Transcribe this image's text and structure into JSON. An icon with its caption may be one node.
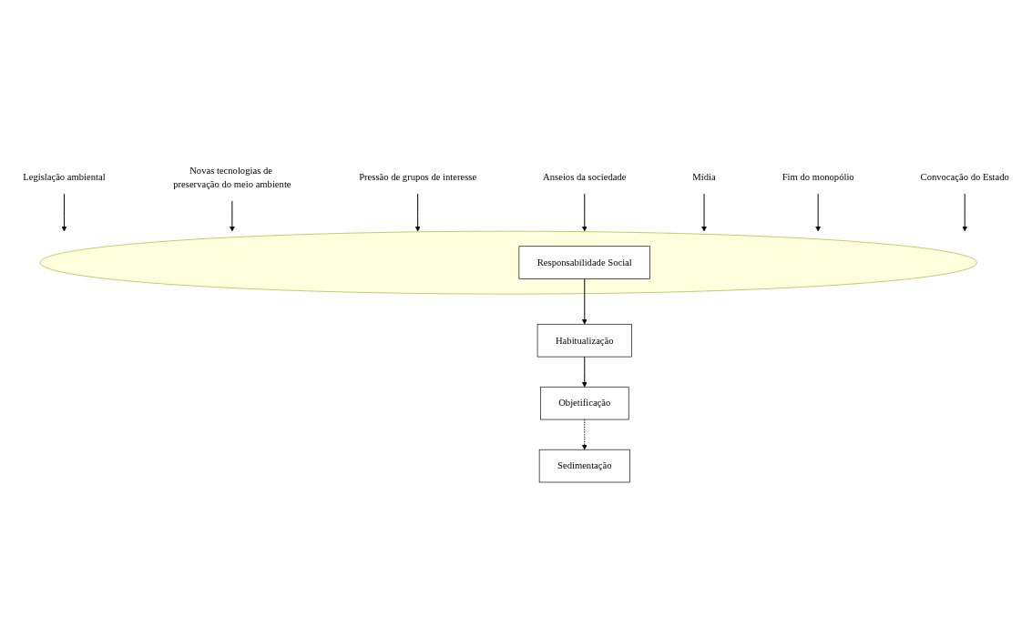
{
  "diagram": {
    "nodes": [
      {
        "text": [
          "Pressão de grupos de interesse"
        ]
      },
      {
        "text": [
          "Anseios da sociedade"
        ]
      },
      {
        "text": [
          "Novas tecnologias de preservação do meio ambiente"
        ]
      },
      {
        "text": [
          "Mídia"
        ]
      },
      {
        "text": [
          "Legislação ambiental"
        ]
      },
      {
        "text": [
          "Fim do monopólio"
        ]
      },
      {
        "text": [
          "Convocação do Estado"
        ]
      },
      {
        "text": [],
        "shape": "ellipse"
      },
      {
        "text": [
          "Responsabilidade Social"
        ],
        "in": 7
      },
      {
        "text": [
          "Habitualização"
        ]
      },
      {
        "text": [
          "Objetificação"
        ]
      },
      {
        "text": [
          "Sedimentação"
        ]
      }
    ],
    "edges": [
      {
        "from": 4,
        "to": 7,
        "arrow": "to"
      },
      {
        "from": 2,
        "to": 7,
        "arrow": "to"
      },
      {
        "from": 0,
        "to": 7,
        "arrow": "to"
      },
      {
        "from": 1,
        "to": 7,
        "arrow": "to"
      },
      {
        "from": 3,
        "to": 7,
        "arrow": "to"
      },
      {
        "from": 5,
        "to": 7,
        "arrow": "to"
      },
      {
        "from": 6,
        "to": 7,
        "arrow": "to"
      },
      {
        "from": 8,
        "to": 9,
        "arrow": "to"
      },
      {
        "from": 9,
        "to": 10,
        "arrow": "to"
      },
      {
        "from": 10,
        "to": 11,
        "arrow": "to",
        "style": "dashed"
      }
    ]
  }
}
